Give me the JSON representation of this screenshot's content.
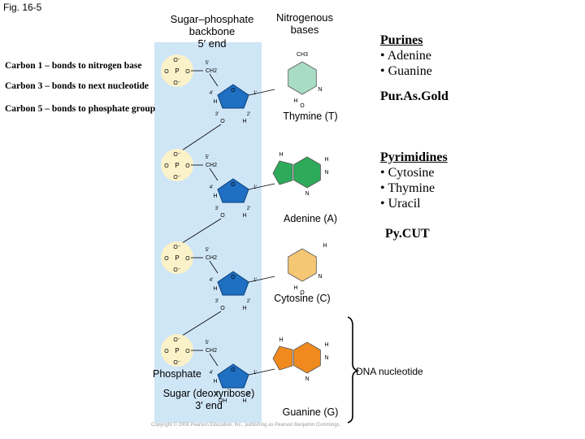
{
  "figure_label": "Fig. 16-5",
  "headers": {
    "backbone": [
      "Sugar–phosphate",
      "backbone",
      "5′ end"
    ],
    "bases": [
      "Nitrogenous",
      "bases"
    ]
  },
  "carbon_notes": [
    "Carbon 1 – bonds to nitrogen base",
    "Carbon 3 – bonds to next nucleotide",
    "Carbon 5 – bonds to phosphate group"
  ],
  "bases": [
    {
      "name": "Thymine (T)",
      "color": "#a8dcc4",
      "ring": "single",
      "top_group": "CH3"
    },
    {
      "name": "Adenine (A)",
      "color": "#2daa5a",
      "ring": "double"
    },
    {
      "name": "Cytosine (C)",
      "color": "#f5c774",
      "ring": "single"
    },
    {
      "name": "Guanine (G)",
      "color": "#f08a1e",
      "ring": "double"
    }
  ],
  "side_notes": {
    "purines_title": "Purines",
    "purines": [
      "• Adenine",
      "• Guanine"
    ],
    "purines_mnemonic": "Pur.As.Gold",
    "pyrimidines_title": "Pyrimidines",
    "pyrimidines": [
      "• Cytosine",
      "• Thymine",
      "• Uracil"
    ],
    "pyrimidines_mnemonic": "Py.CUT"
  },
  "dna_nucleotide_label": "DNA nucleotide",
  "bottom_labels": {
    "phosphate": "Phosphate",
    "sugar": [
      "Sugar (deoxyribose)",
      "3′ end"
    ]
  },
  "atom_labels": {
    "oxygen": "O",
    "oxygen_minus": "O⁻",
    "phosphorus": "P",
    "ch2": "CH2",
    "hydrogen": "H",
    "nitrogen": "N",
    "oh": "OH",
    "prime_5": "5′",
    "prime_4": "4′",
    "prime_3": "3′",
    "prime_2": "2′",
    "prime_1": "1′"
  },
  "copyright": "Copyright © 2008 Pearson Education, Inc., publishing as Pearson Benjamin Cummings.",
  "colors": {
    "backbone_band": "#cfe6f7",
    "phosphate_circle": "#fbf2c9",
    "sugar_pentagon": "#1f6fc2",
    "bracket": "#000000"
  }
}
